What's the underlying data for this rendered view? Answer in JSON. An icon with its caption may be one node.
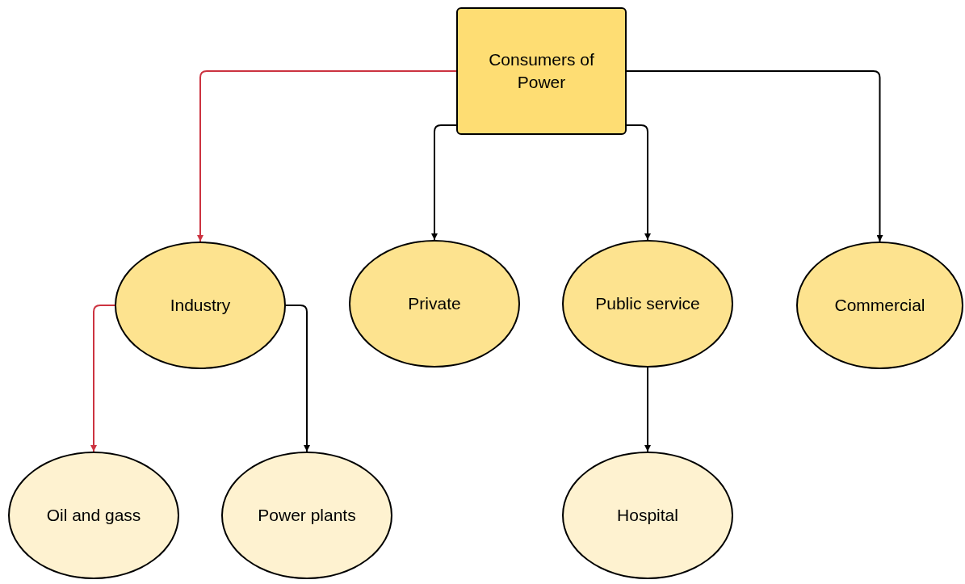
{
  "diagram": {
    "nodes": [
      {
        "text": [
          "Consumers of Power"
        ]
      },
      {
        "text": [
          "Industry"
        ]
      },
      {
        "text": [
          "Private"
        ]
      },
      {
        "text": [
          "Public service"
        ]
      },
      {
        "text": [
          "Commercial"
        ]
      },
      {
        "text": [
          "Oil and gass"
        ]
      },
      {
        "text": [
          "Power plants"
        ]
      },
      {
        "text": [
          "Hospital"
        ]
      }
    ],
    "edges": [
      {
        "from": 0,
        "to": 1,
        "arrow": "to",
        "color": "#cc3340"
      },
      {
        "from": 0,
        "to": 2,
        "arrow": "to"
      },
      {
        "from": 0,
        "to": 3,
        "arrow": "to"
      },
      {
        "from": 0,
        "to": 4,
        "arrow": "to"
      },
      {
        "from": 1,
        "to": 5,
        "arrow": "to",
        "color": "#cc3340"
      },
      {
        "from": 1,
        "to": 6,
        "arrow": "to"
      },
      {
        "from": 3,
        "to": 7,
        "arrow": "to"
      }
    ]
  }
}
